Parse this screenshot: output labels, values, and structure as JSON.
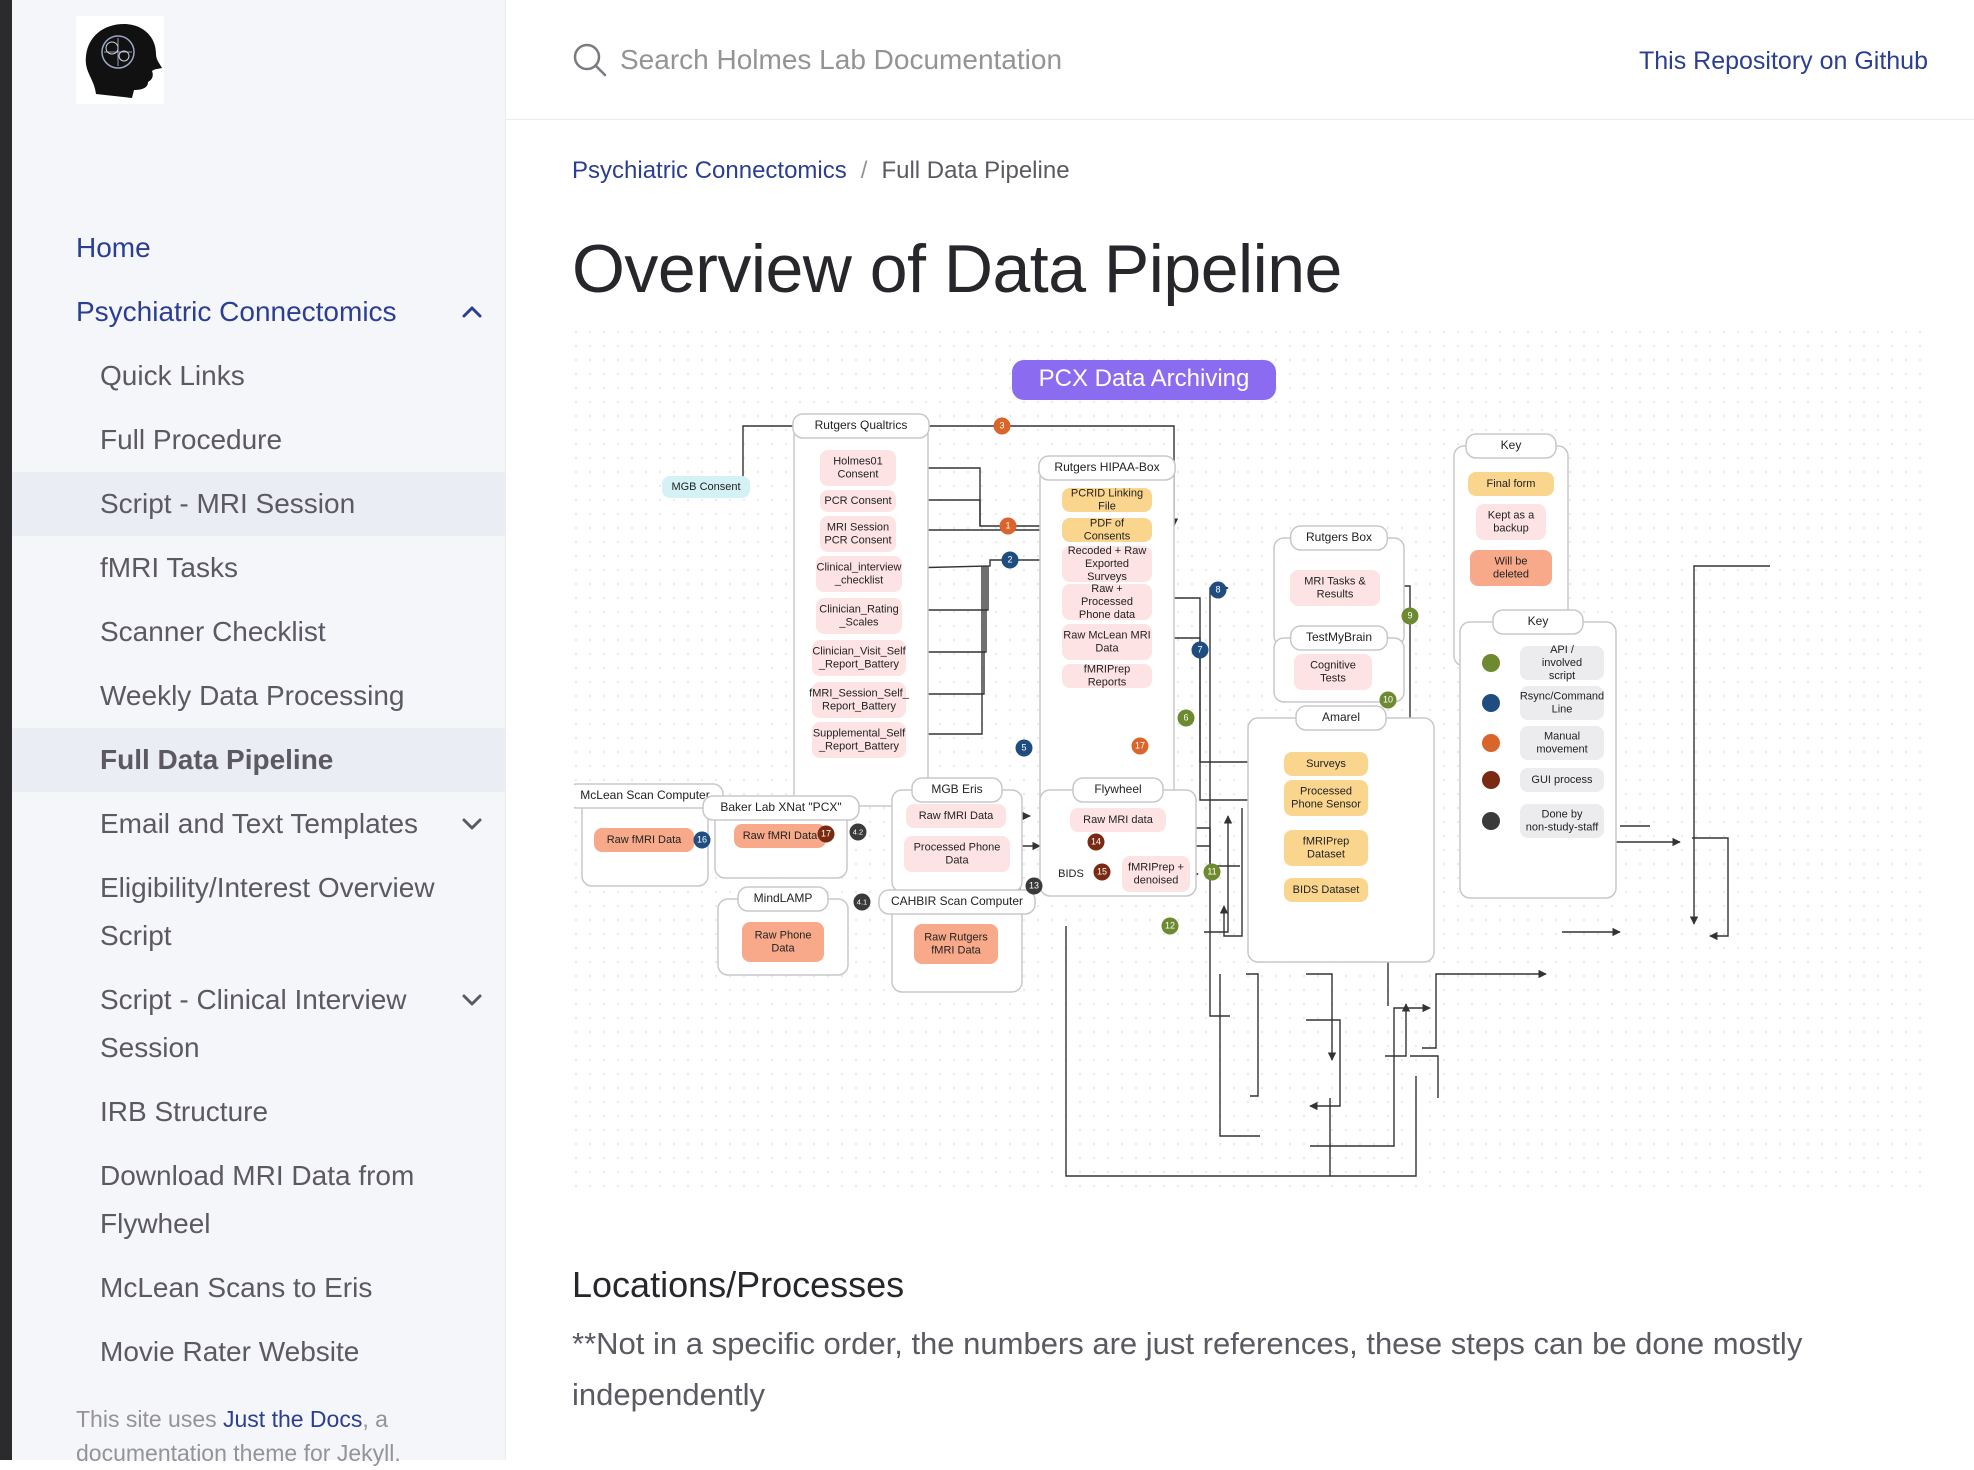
{
  "search": {
    "placeholder": "Search Holmes Lab Documentation"
  },
  "header": {
    "repo_link": "This Repository on Github"
  },
  "sidebar": {
    "items": [
      {
        "label": "Home"
      },
      {
        "label": "Psychiatric Connectomics"
      },
      {
        "label": "Quick Links"
      },
      {
        "label": "Full Procedure"
      },
      {
        "label": "Script - MRI Session"
      },
      {
        "label": "fMRI Tasks"
      },
      {
        "label": "Scanner Checklist"
      },
      {
        "label": "Weekly Data Processing"
      },
      {
        "label": "Full Data Pipeline"
      },
      {
        "label": "Email and Text Templates"
      },
      {
        "label": "Eligibility/Interest Overview Script"
      },
      {
        "label": "Script - Clinical Interview Session"
      },
      {
        "label": "IRB Structure"
      },
      {
        "label": "Download MRI Data from Flywheel"
      },
      {
        "label": "McLean Scans to Eris"
      },
      {
        "label": "Movie Rater Website"
      }
    ],
    "footer": {
      "prefix": "This site uses ",
      "link": "Just the Docs",
      "suffix": ", a documentation theme for Jekyll."
    }
  },
  "breadcrumb": {
    "parent": "Psychiatric Connectomics",
    "current": "Full Data Pipeline"
  },
  "page": {
    "title": "Overview of Data Pipeline",
    "section_title": "Locations/Processes",
    "section_text": "**Not in a specific order, the numbers are just references, these steps can be done mostly independently"
  },
  "diagram": {
    "title": "PCX Data Archiving",
    "colors": {
      "pill": "#8b6cf0",
      "final": "#fad58e",
      "backup": "#fde3e3",
      "deleted": "#f7a98a",
      "mgb": "#d4f1f5",
      "green": "#6d8a30",
      "blue": "#1f4d80",
      "orange": "#d9652a",
      "brown": "#7a2a12",
      "dark": "#3a3a3a"
    },
    "groups": {
      "qualtrics": "Rutgers Qualtrics",
      "hipaa": "Rutgers HIPAA-Box",
      "rbox": "Rutgers Box",
      "tmb": "TestMyBrain",
      "amarel": "Amarel",
      "mclean": "McLean Scan Computer",
      "baker": "Baker Lab XNat \"PCX\"",
      "eris": "MGB Eris",
      "flywheel": "Flywheel",
      "mindlamp": "MindLAMP",
      "cahbir": "CAHBIR Scan Computer",
      "key1": "Key",
      "key2": "Key"
    },
    "nodes": {
      "mgb_consent": "MGB Consent",
      "holmes_consent": "Holmes01 Consent",
      "pcr_consent": "PCR Consent",
      "mri_pcr": "MRI Session PCR Consent",
      "clin_check": "Clinical_interview _checklist",
      "clin_rating": "Clinician_Rating _Scales",
      "clin_visit": "Clinician_Visit_Self _Report_Battery",
      "fmri_self": "fMRI_Session_Self_ Report_Battery",
      "supp_self": "Supplemental_Self _Report_Battery",
      "pcrid": "PCRID Linking File",
      "pdf_consents": "PDF of Consents",
      "recoded": "Recoded + Raw Exported Surveys",
      "phone_hipaa": "Raw + Processed Phone data",
      "raw_mclean_mri": "Raw McLean MRI Data",
      "fmriprep_reports": "fMRIPrep Reports",
      "mri_tasks": "MRI Tasks & Results",
      "cognitive": "Cognitive Tests",
      "surveys": "Surveys",
      "proc_phone_sensor": "Processed Phone Sensor",
      "fmriprep_dataset": "fMRIPrep Dataset",
      "bids_dataset": "BIDS Dataset",
      "mclean_raw": "Raw fMRI Data",
      "baker_raw": "Raw fMRI Data",
      "eris_raw": "Raw fMRI Data",
      "eris_phone": "Processed Phone Data",
      "fly_raw": "Raw MRI data",
      "bids": "BIDS",
      "fly_fmriprep": "fMRIPrep + denoised",
      "mindlamp_raw": "Raw Phone Data",
      "cahbir_raw": "Raw Rutgers fMRI Data",
      "key_final": "Final form",
      "key_backup": "Kept as a backup",
      "key_deleted": "Will be deleted",
      "key_api": "API / involved script",
      "key_rsync": "Rsync/Command Line",
      "key_manual": "Manual movement",
      "key_gui": "GUI process",
      "key_nonstaff": "Done by non-study-staff"
    },
    "steps": [
      "3",
      "1",
      "2",
      "8",
      "7",
      "9",
      "10",
      "6",
      "17",
      "5",
      "16",
      "17",
      "4.2",
      "4.1",
      "13",
      "14",
      "15",
      "11",
      "12"
    ]
  }
}
